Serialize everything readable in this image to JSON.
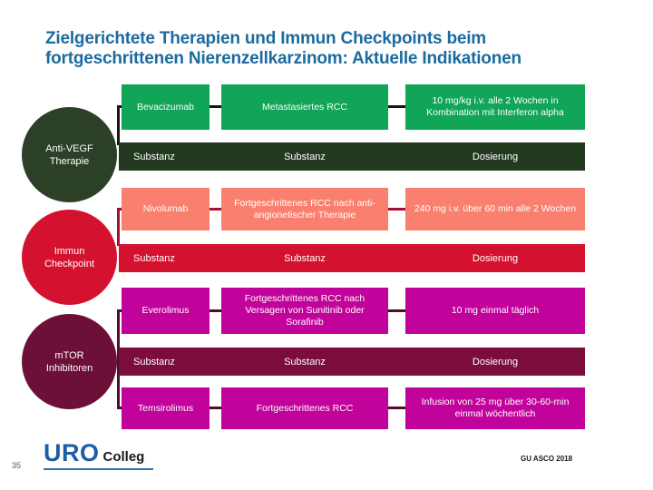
{
  "slide": {
    "title": "Zielgerichtete Therapien und Immun Checkpoints beim fortgeschrittenen Nierenzellkarzinom: Aktuelle Indikationen",
    "title_color": "#1C6B9E",
    "page_number": "35",
    "footer_right": "GU ASCO 2018",
    "logo": {
      "primary": "URO",
      "secondary": "Colleg"
    }
  },
  "groups": [
    {
      "circle_label": "Anti-VEGF Therapie",
      "colors": {
        "circle": "#2C3F27",
        "box": "#10A557",
        "bar": "#233A20",
        "connector": "#151515"
      },
      "header": {
        "col1": "Substanz",
        "col2": "Substanz",
        "col3": "Dosierung"
      },
      "drugs": [
        {
          "name": "Bevacizumab",
          "indication": "Metastasiertes RCC",
          "dosage": "10 mg/kg i.v. alle 2 Wochen in Kombination mit Interferon alpha"
        }
      ]
    },
    {
      "circle_label": "Immun Checkpoint",
      "colors": {
        "circle": "#D4122F",
        "box": "#F9806F",
        "bar": "#D4122F",
        "connector": "#A51030"
      },
      "header": {
        "col1": "Substanz",
        "col2": "Substanz",
        "col3": "Dosierung"
      },
      "drugs": [
        {
          "name": "Nivolumab",
          "indication": "Fortgeschrittenes RCC nach anti-angionetischer Therapie",
          "dosage": "240 mg i.v. über 60 min alle 2 Wochen"
        }
      ]
    },
    {
      "circle_label": "mTOR Inhibitoren",
      "colors": {
        "circle": "#6D1037",
        "box": "#C2039B",
        "bar": "#7A0D3B",
        "connector": "#500C2C"
      },
      "header": {
        "col1": "Substanz",
        "col2": "Substanz",
        "col3": "Dosierung"
      },
      "drugs": [
        {
          "name": "Everolimus",
          "indication": "Fortgeschrittenes RCC nach Versagen von Sunitinib oder Sorafinib",
          "dosage": "10 mg einmal täglich"
        },
        {
          "name": "Temsirolimus",
          "indication": "Fortgeschrittenes RCC",
          "dosage": "Infusion von 25 mg über 30-60-min einmal wöchentlich"
        }
      ]
    }
  ]
}
